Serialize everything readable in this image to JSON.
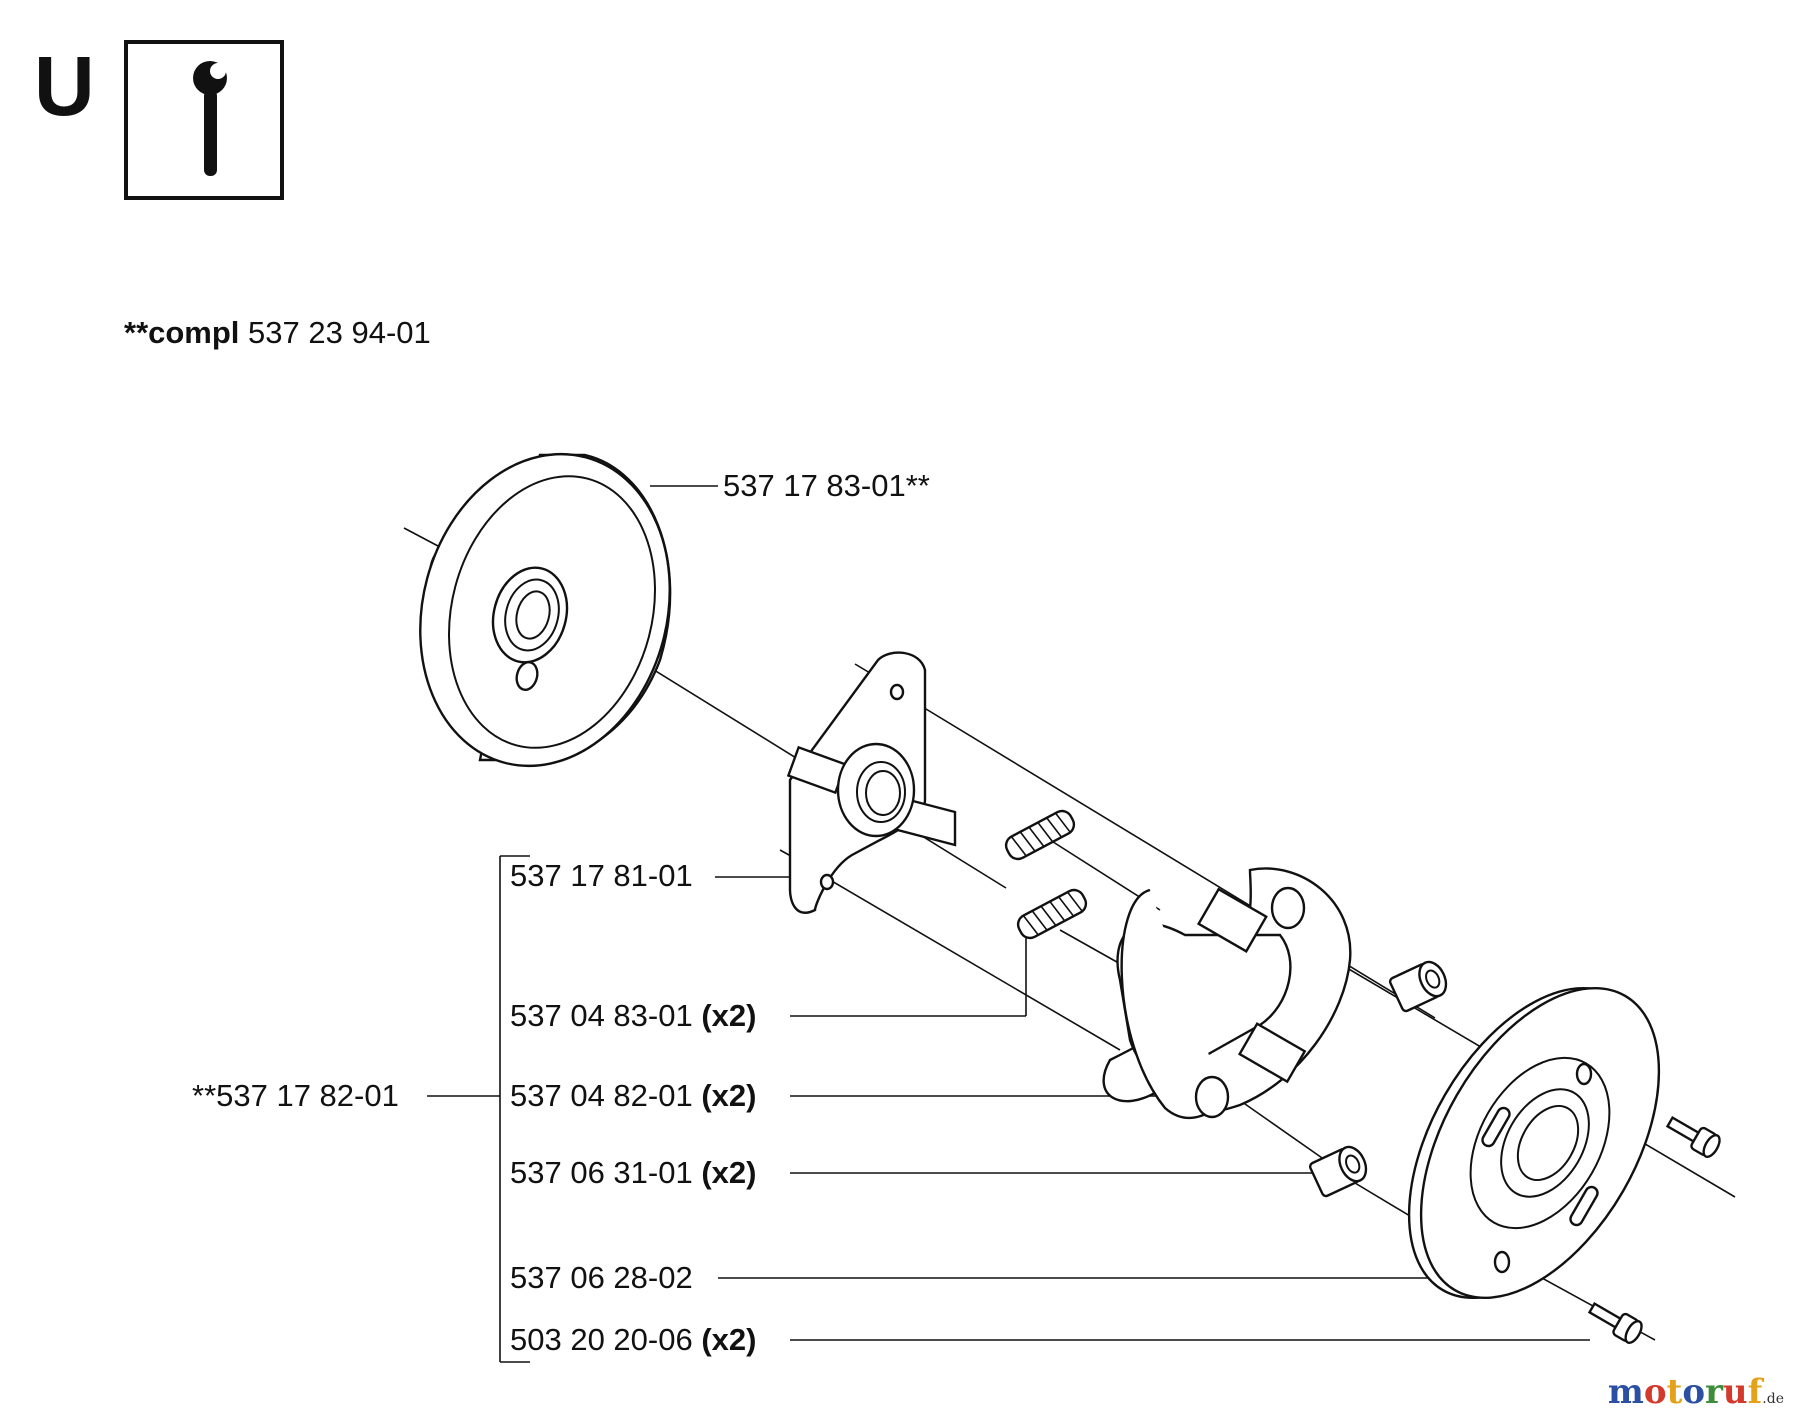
{
  "section": {
    "letter": "U",
    "icon": "wrench-info-icon"
  },
  "complete_kit": {
    "prefix": "**compl",
    "number": "537 23 94-01"
  },
  "parts": {
    "drum": "537 17 83-01**",
    "hub": "537 17 81-01",
    "springs": {
      "number": "537 04 83-01",
      "qty": "(x2)"
    },
    "shoes": {
      "number": "537 04 82-01",
      "qty": "(x2)"
    },
    "bushings": {
      "number": "537 06 31-01",
      "qty": "(x2)"
    },
    "cover_plate": "537 06 28-02",
    "screws": {
      "number": "503 20 20-06",
      "qty": "(x2)"
    },
    "assembly": "**537 17 82-01"
  },
  "watermark": {
    "letters": [
      "m",
      "o",
      "t",
      "o",
      "r",
      "u",
      "f"
    ],
    "colors": [
      "#2b4fa3",
      "#d43a2c",
      "#e3a21a",
      "#2b4fa3",
      "#3c8d3a",
      "#d43a2c",
      "#e3a21a"
    ],
    "suffix": ".de"
  }
}
